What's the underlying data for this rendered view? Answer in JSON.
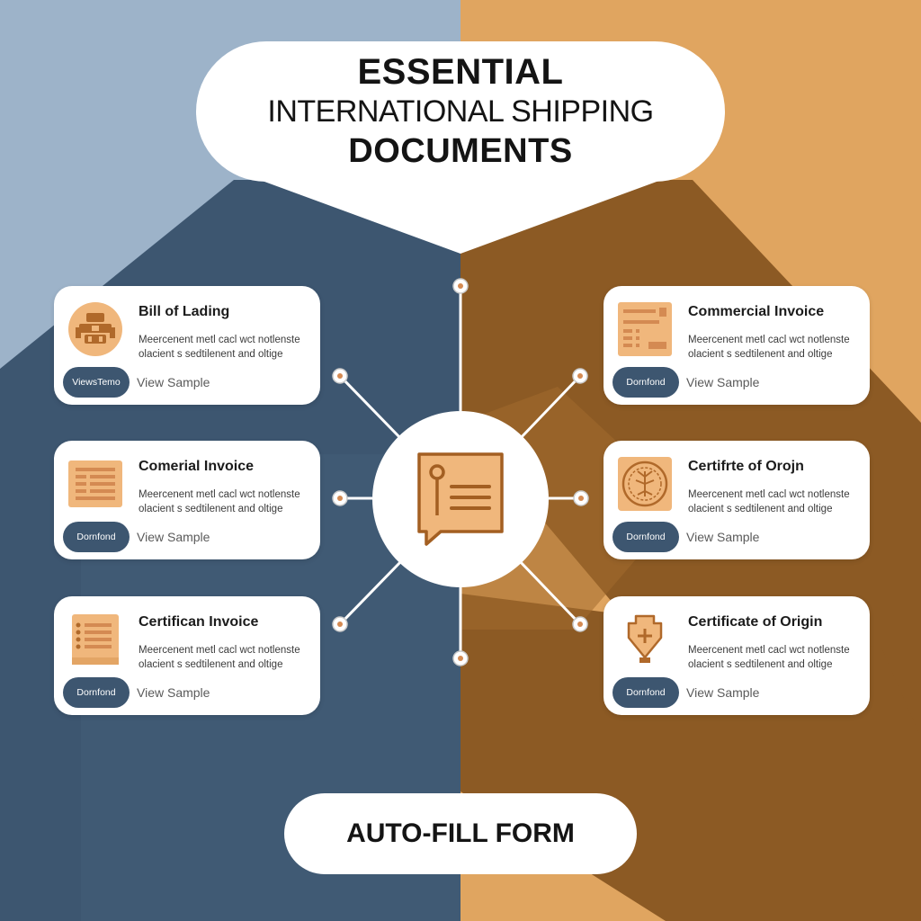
{
  "title": {
    "line1": "ESSENTIAL",
    "line2": "INTERNATIONAL SHIPPING",
    "line3": "DOCUMENTS"
  },
  "colors": {
    "bg_left_light": "#9db3c9",
    "bg_left_dark": "#3d5670",
    "bg_right_light": "#e0a560",
    "bg_right_dark": "#8c5a24",
    "button": "#3d5670",
    "icon_fill": "#f0b77c",
    "icon_stroke": "#b0692a"
  },
  "cards": [
    {
      "id": "bill-of-lading",
      "title": "Bill of Lading",
      "description": "Meercenent metl cacl wct notlenste olacient s sedtilenent and oltige",
      "button_label": "ViewsTemo",
      "link_label": "View Sample",
      "icon": "ship-cargo-icon"
    },
    {
      "id": "comerial-invoice",
      "title": "Comerial Invoice",
      "description": "Meercenent metl cacl wct notlenste olacient s sedtilenent and oltige",
      "button_label": "Dornfond",
      "link_label": "View Sample",
      "icon": "invoice-list-icon"
    },
    {
      "id": "certifican-invoice",
      "title": "Certifican Invoice",
      "description": "Meercenent metl cacl wct notlenste olacient s sedtilenent and oltige",
      "button_label": "Dornfond",
      "link_label": "View Sample",
      "icon": "document-list-icon"
    },
    {
      "id": "commercial-invoice",
      "title": "Commercial Invoice",
      "description": "Meercenent metl cacl wct notlenste olacient s sedtilenent and oltige",
      "button_label": "Dornfond",
      "link_label": "View Sample",
      "icon": "invoice-form-icon"
    },
    {
      "id": "certifrte-of-origin",
      "title": "Certifrte of Orojn",
      "description": "Meercenent metl cacl wct notlenste olacient s sedtilenent and oltige",
      "button_label": "Dornfond",
      "link_label": "View Sample",
      "icon": "seal-stamp-icon"
    },
    {
      "id": "certificate-of-origin",
      "title": "Certificate of Origin",
      "description": "Meercenent metl cacl wct notlenste olacient s sedtilenent and oltige",
      "button_label": "Dornfond",
      "link_label": "View Sample",
      "icon": "origin-arrow-icon"
    }
  ],
  "hub": {
    "icon": "document-chat-icon"
  },
  "cta": {
    "label": "AUTO-FILL FORM"
  }
}
